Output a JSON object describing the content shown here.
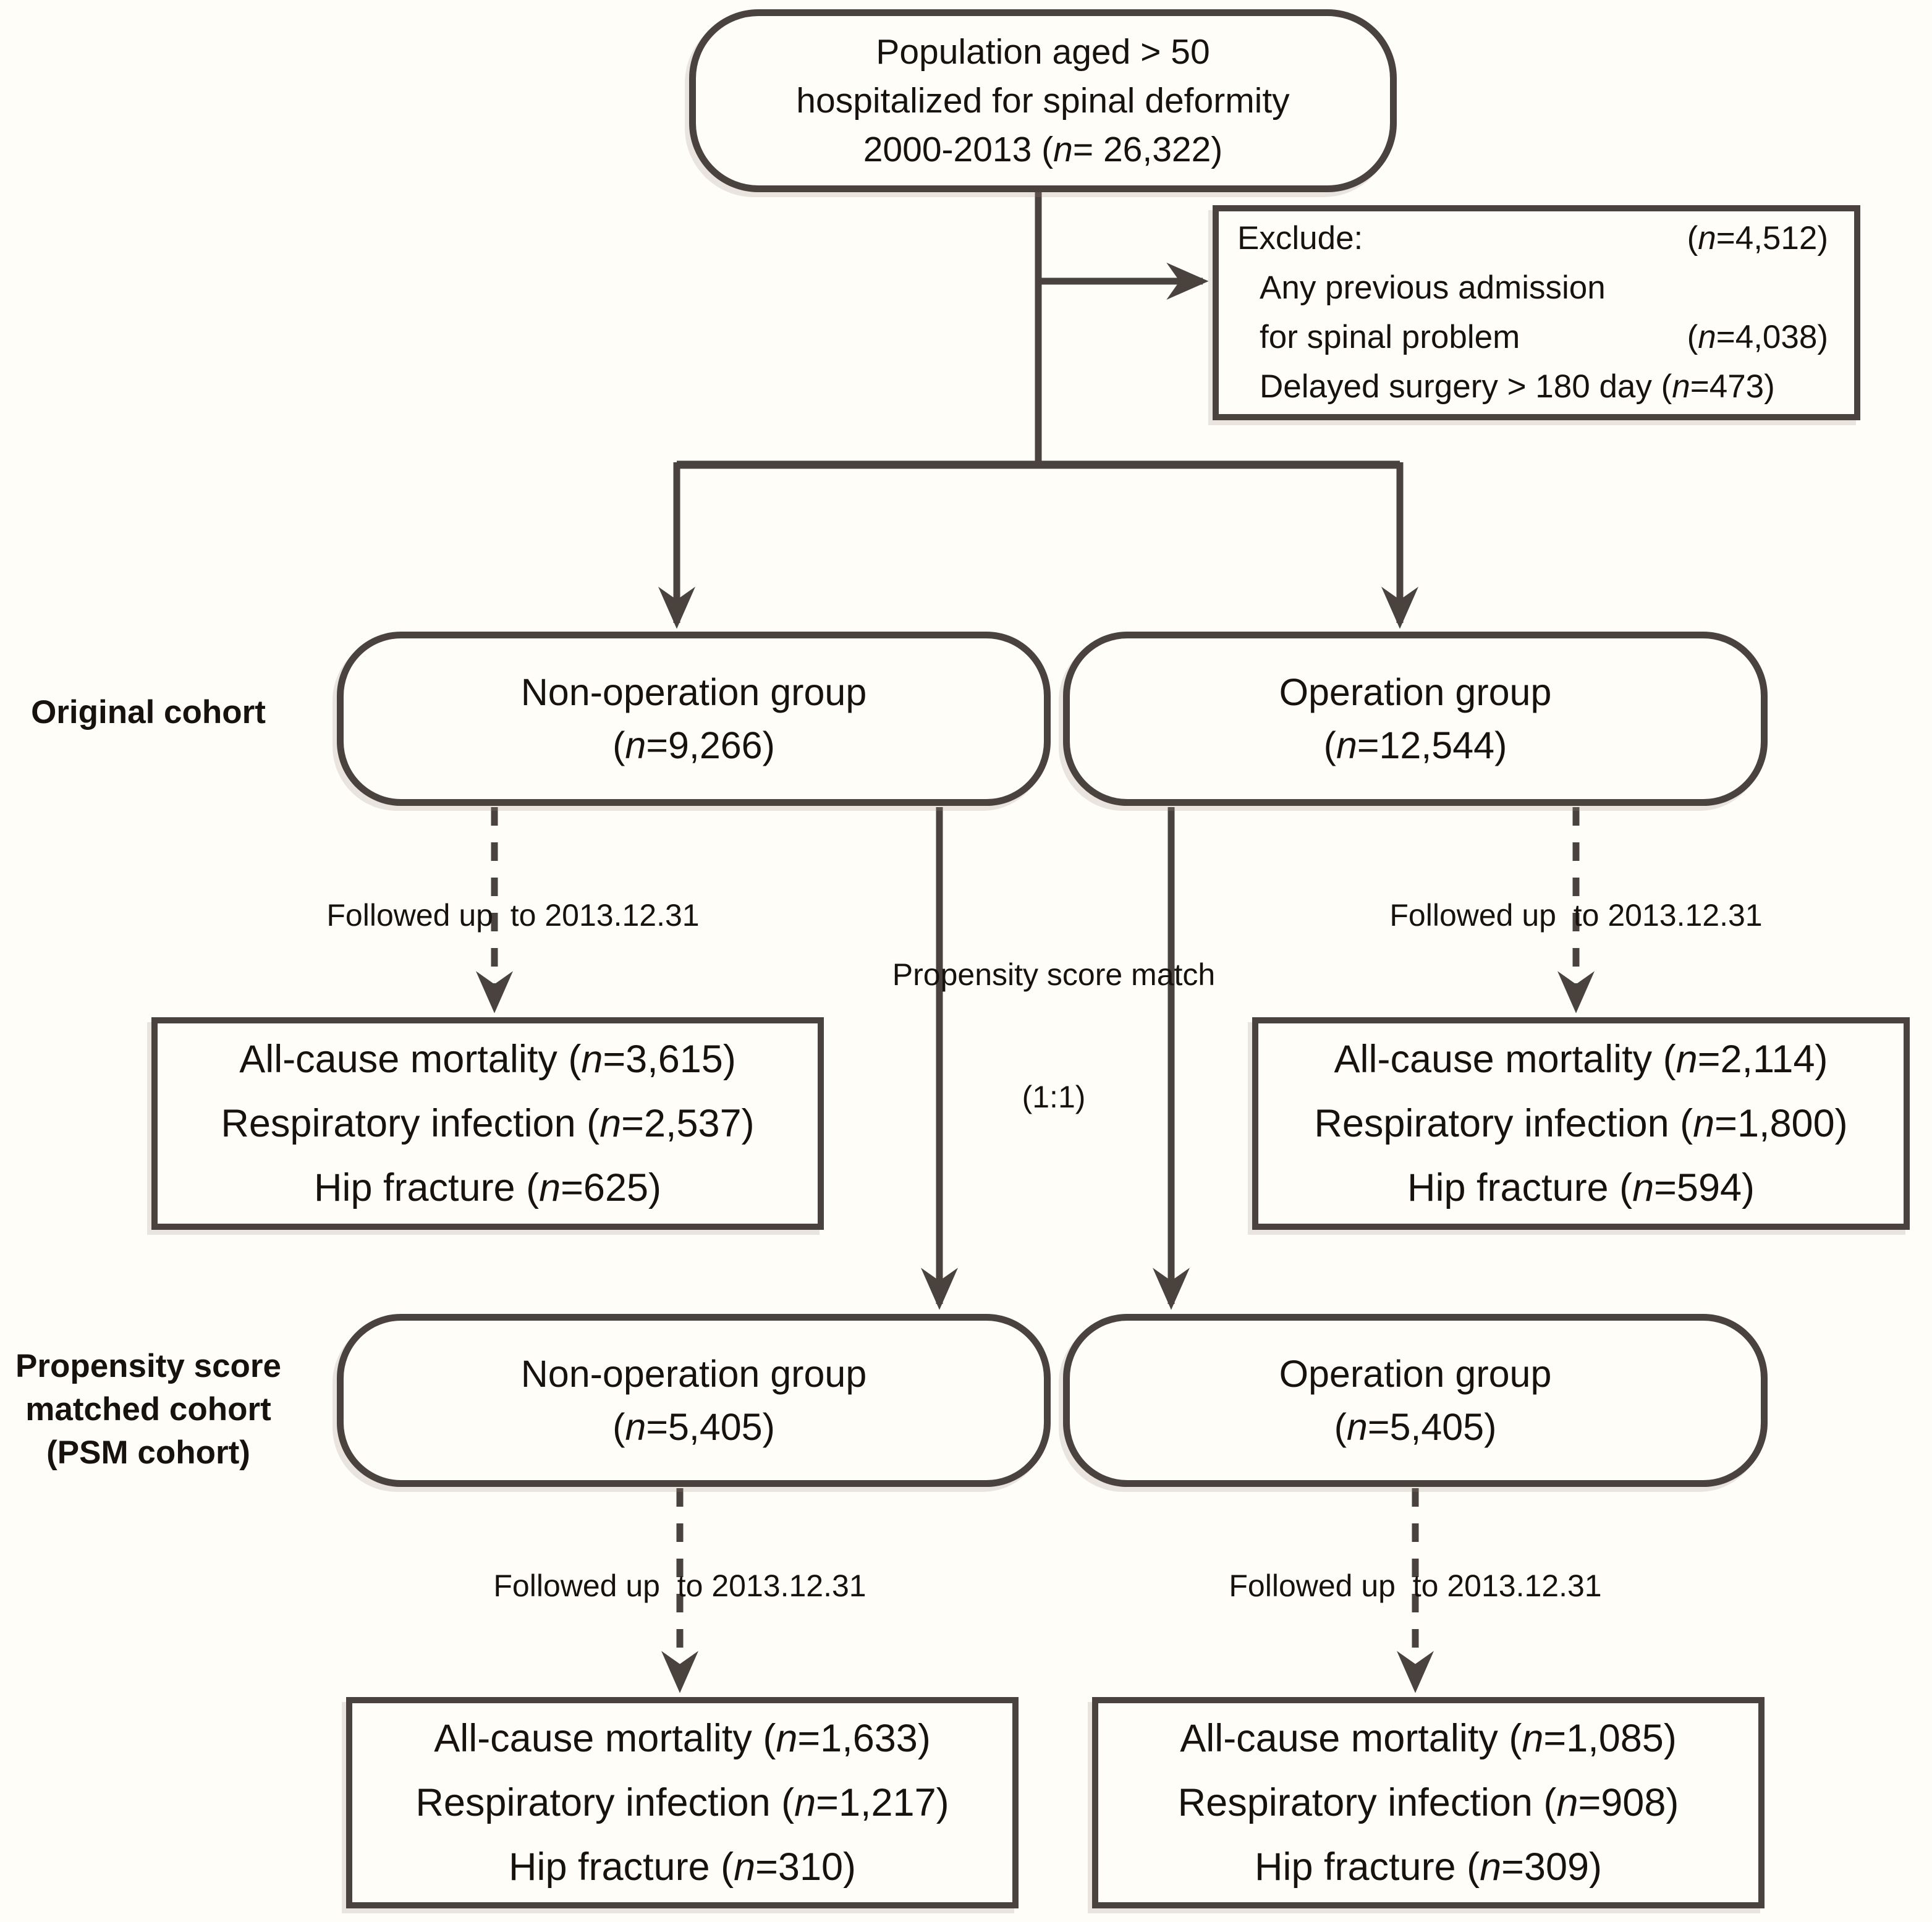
{
  "palette": {
    "ink": "#18120e",
    "line": "#4a423c",
    "background": "#fffdf8"
  },
  "top_box": {
    "lines": [
      "Population aged > 50",
      "hospitalized for spinal deformity",
      "2000-2013 (n= 26,322)"
    ]
  },
  "exclude_box": {
    "rows": [
      {
        "left": "Exclude:",
        "right": "(n=4,512)"
      },
      {
        "left": "Any previous admission",
        "right": ""
      },
      {
        "left": "for spinal problem",
        "right": "(n=4,038)"
      },
      {
        "left": "Delayed surgery > 180 day (n=473)",
        "right": ""
      }
    ]
  },
  "row_labels": {
    "original": "Original cohort",
    "psm": [
      "Propensity score",
      "matched cohort",
      "(PSM cohort)"
    ]
  },
  "groups": {
    "orig_nonop": {
      "lines": [
        "Non-operation group",
        "(n=9,266)"
      ]
    },
    "orig_op": {
      "lines": [
        "Operation group",
        "(n=12,544)"
      ]
    },
    "psm_nonop": {
      "lines": [
        "Non-operation group",
        "(n=5,405)"
      ]
    },
    "psm_op": {
      "lines": [
        "Operation group",
        "(n=5,405)"
      ]
    }
  },
  "outcomes": {
    "orig_nonop": {
      "lines": [
        "All-cause mortality (n=3,615)",
        "Respiratory infection (n=2,537)",
        "Hip fracture (n=625)"
      ]
    },
    "orig_op": {
      "lines": [
        "All-cause mortality (n=2,114)",
        "Respiratory infection (n=1,800)",
        "Hip fracture (n=594)"
      ]
    },
    "psm_nonop": {
      "lines": [
        "All-cause mortality (n=1,633)",
        "Respiratory infection (n=1,217)",
        "Hip fracture (n=310)"
      ]
    },
    "psm_op": {
      "lines": [
        "All-cause mortality (n=1,085)",
        "Respiratory infection (n=908)",
        "Hip fracture (n=309)"
      ]
    }
  },
  "edge_labels": {
    "followup": "Followed up  to 2013.12.31",
    "psm_match": [
      "Propensity score match",
      "(1:1)"
    ]
  }
}
